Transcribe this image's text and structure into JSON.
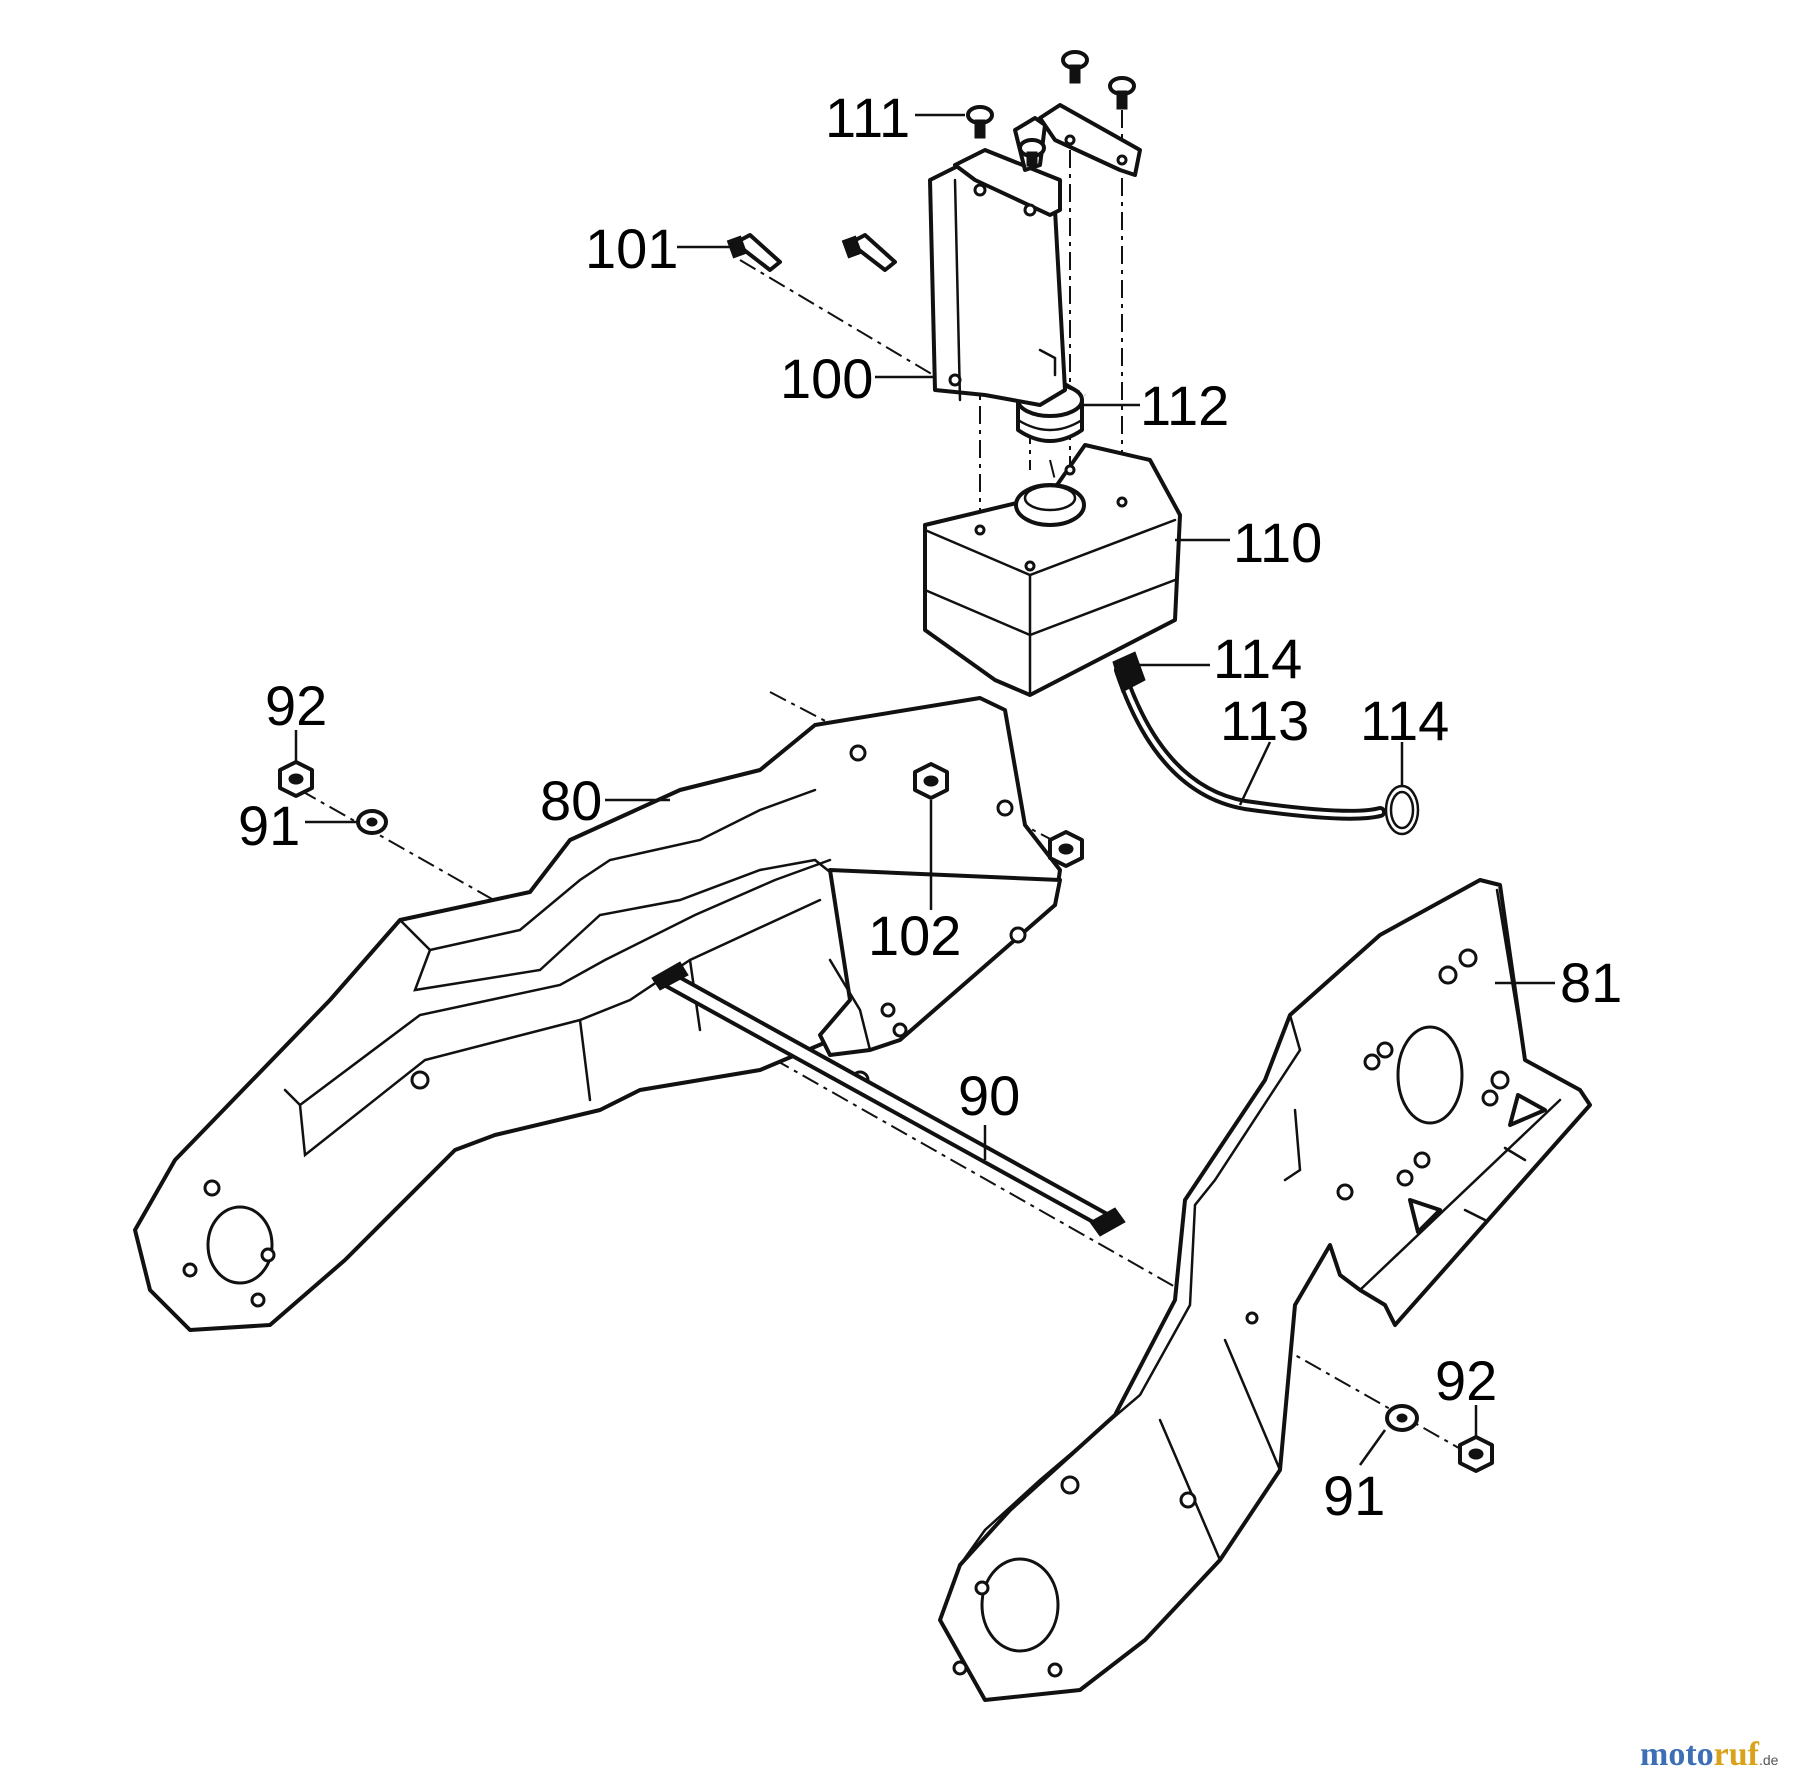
{
  "callouts": {
    "c111": "111",
    "c101": "101",
    "c100": "100",
    "c112": "112",
    "c110": "110",
    "c114a": "114",
    "c113": "113",
    "c114b": "114",
    "c92a": "92",
    "c91a": "91",
    "c80": "80",
    "c102": "102",
    "c81": "81",
    "c90": "90",
    "c92b": "92",
    "c91b": "91"
  },
  "watermark": {
    "brand": "motoruf",
    "brand_a": "moto",
    "brand_b": "ruf",
    "tld": ".de"
  },
  "colors": {
    "line": "#111111",
    "watermark_blue": "#3d6fb6",
    "watermark_gold": "#d9a21b"
  }
}
